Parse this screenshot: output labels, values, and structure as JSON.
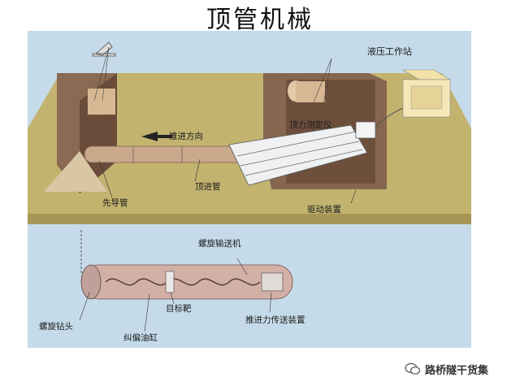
{
  "title": "顶管机械",
  "labels": {
    "hydraulic_station": "液压工作站",
    "jack_force_meter": "顶力测定仪",
    "push_direction": "推进方向",
    "pilot_pipe": "先导管",
    "jacking_pipe": "顶进管",
    "drive_device": "驱动装置",
    "screw_conveyor": "螺旋输送机",
    "spiral_drill_head": "螺旋钻头",
    "target": "目标靶",
    "thrust_transmission": "推进力传送装置",
    "deviation_cylinder": "纠偏油缸"
  },
  "watermark": "路桥隧干货集",
  "colors": {
    "sky": "#c5dbe9",
    "ground": "#c2b36f",
    "pit": "#7a5a45",
    "pipe": "#c9a88c"
  }
}
